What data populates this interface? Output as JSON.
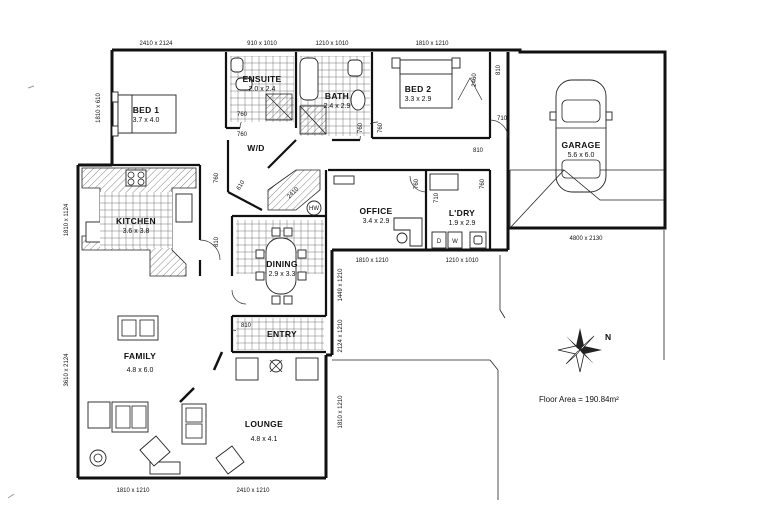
{
  "rooms": {
    "bed1": {
      "name": "BED 1",
      "size": "3.7 x 4.0"
    },
    "ensuite": {
      "name": "ENSUITE",
      "size": "2.0 x 2.4"
    },
    "bath": {
      "name": "BATH",
      "size": "2.4 x 2.9"
    },
    "bed2": {
      "name": "BED 2",
      "size": "3.3 x 2.9"
    },
    "garage": {
      "name": "GARAGE",
      "size": "5.6 x 6.0"
    },
    "kitchen": {
      "name": "KITCHEN",
      "size": "3.6 x 3.8"
    },
    "dining": {
      "name": "DINING",
      "size": "2.9 x 3.3"
    },
    "office": {
      "name": "OFFICE",
      "size": "3.4 x 2.9"
    },
    "ldry": {
      "name": "L'DRY",
      "size": "1.9 x 2.9"
    },
    "entry": {
      "name": "ENTRY"
    },
    "family": {
      "name": "FAMILY",
      "size": "4.8 x 6.0"
    },
    "lounge": {
      "name": "LOUNGE",
      "size": "4.8 x 4.1"
    },
    "wd": {
      "name": "W/D"
    }
  },
  "fixtures": {
    "hw": "HW",
    "d": "D",
    "w": "W"
  },
  "dimensions": {
    "top_1": "2410 x 2124",
    "top_2": "910 x 1010",
    "top_3": "1210 x 1010",
    "top_4": "1810 x 1210",
    "bed1_window": "1810 x 610",
    "kitchen_window": "1810 x 1124",
    "family_window": "3610 x 2124",
    "bottom_1": "1810 x 1210",
    "bottom_2": "2410 x 1210",
    "garage_door": "4800 x 2130",
    "office_window": "1810 x 1210",
    "ldry_window": "1210 x 1010",
    "side_1": "1449 x 1210",
    "side_2": "2124 x 1210",
    "lounge_side": "1810 x 1210",
    "garage_side": "810",
    "door_760": "760",
    "door_810": "810",
    "door_710": "710",
    "door_610": "610",
    "door_2460": "2460",
    "door_2410": "2410"
  },
  "compass": {
    "north": "N"
  },
  "floor_area": "Floor Area = 190.84m²"
}
